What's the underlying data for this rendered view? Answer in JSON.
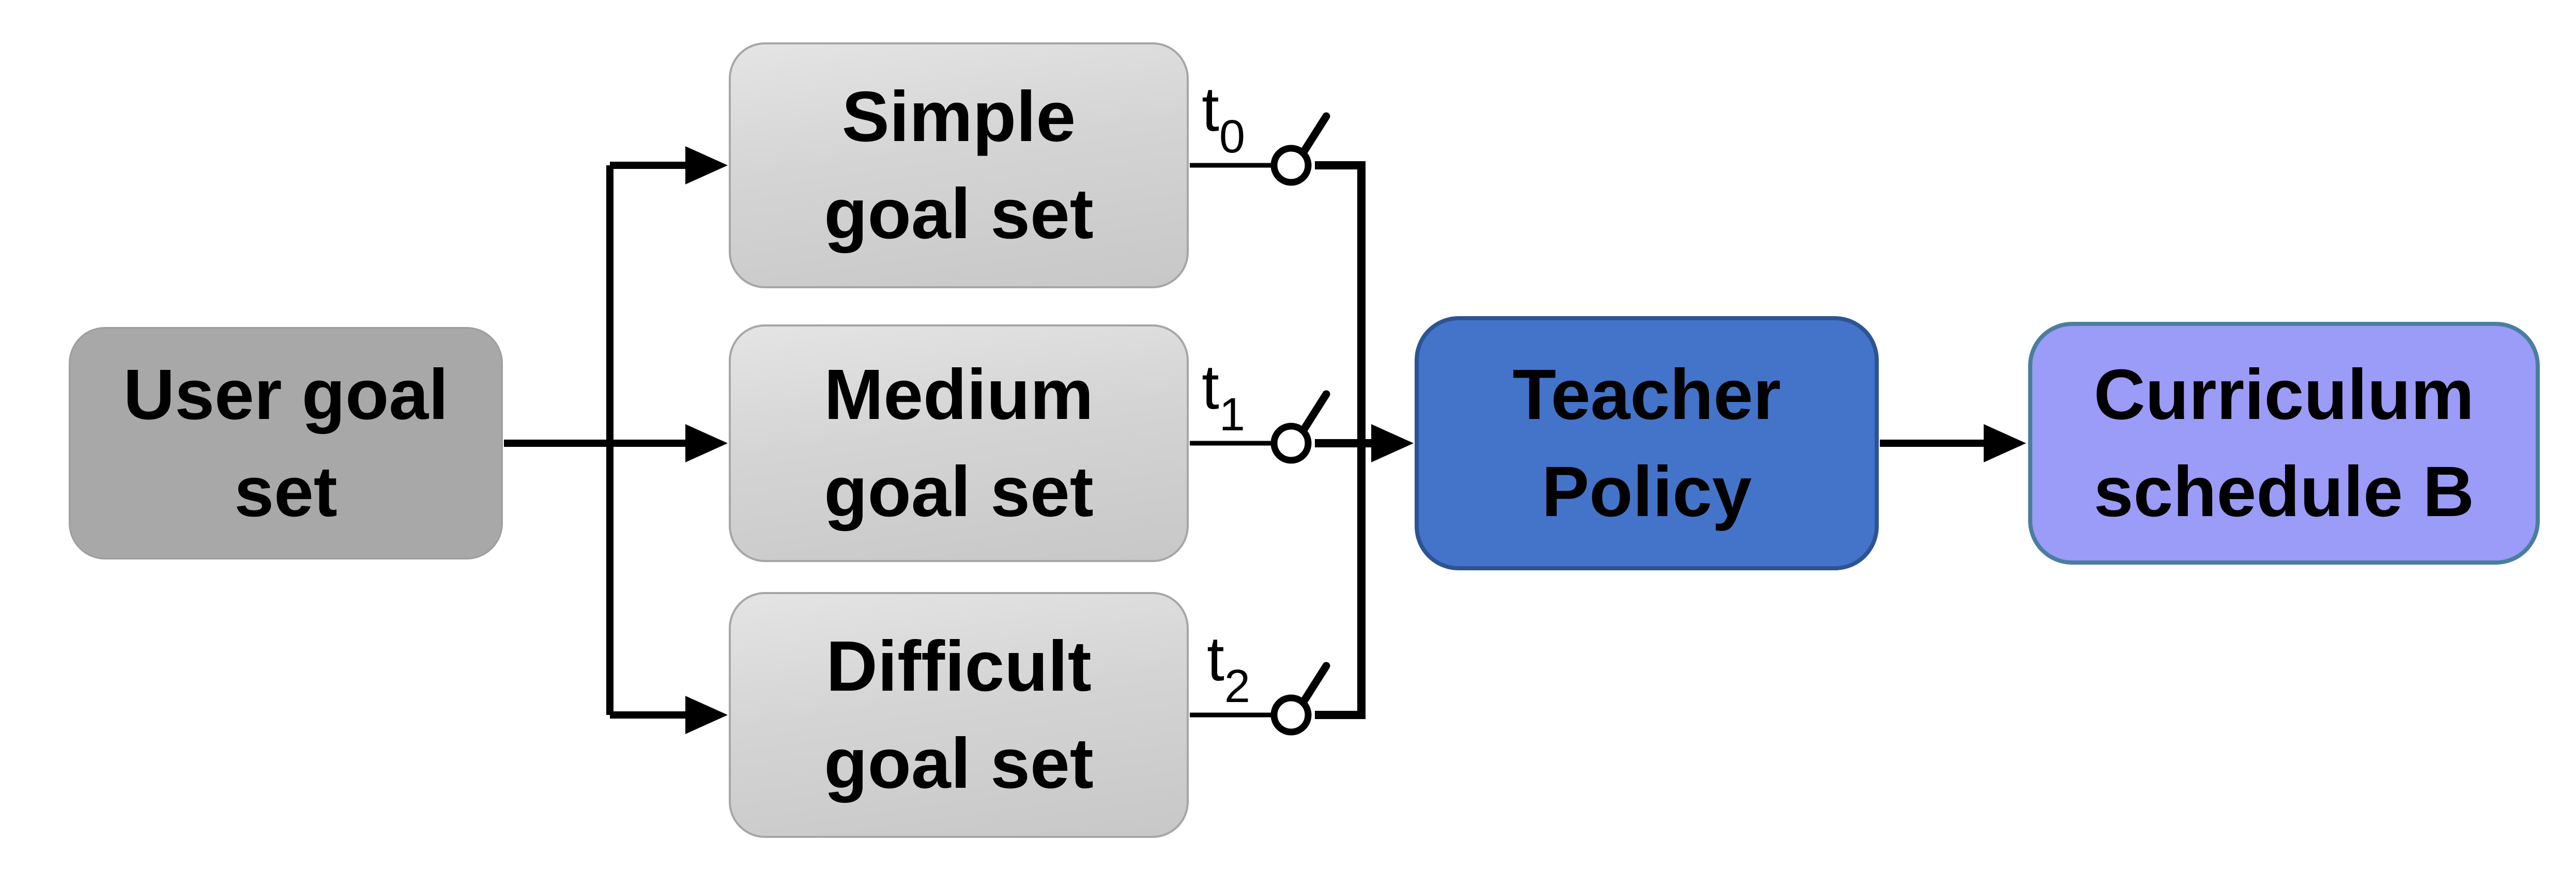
{
  "colors": {
    "line": "#000000",
    "text": "#000000",
    "gray_box_fill": "#d4d4d4",
    "gray_box_border": "#a6a6a6",
    "user_box_fill": "#a8a8a8",
    "user_box_border": "#9e9e9e",
    "teacher_fill": "#4374c9",
    "teacher_border": "#2e5395",
    "curriculum_fill": "#9b9bf8",
    "curriculum_border": "#4a7e9e",
    "switch_circle_fill": "#ffffff"
  },
  "nodes": {
    "user_goal": {
      "lines": [
        "User goal",
        "set"
      ]
    },
    "simple": {
      "lines": [
        "Simple",
        "goal set"
      ]
    },
    "medium": {
      "lines": [
        "Medium",
        "goal set"
      ]
    },
    "difficult": {
      "lines": [
        "Difficult",
        "goal set"
      ]
    },
    "teacher": {
      "lines": [
        "Teacher",
        "Policy"
      ]
    },
    "curriculum": {
      "lines": [
        "Curriculum",
        "schedule B"
      ]
    }
  },
  "switches": [
    {
      "base": "t",
      "sub": "0"
    },
    {
      "base": "t",
      "sub": "1"
    },
    {
      "base": "t",
      "sub": "2"
    }
  ]
}
